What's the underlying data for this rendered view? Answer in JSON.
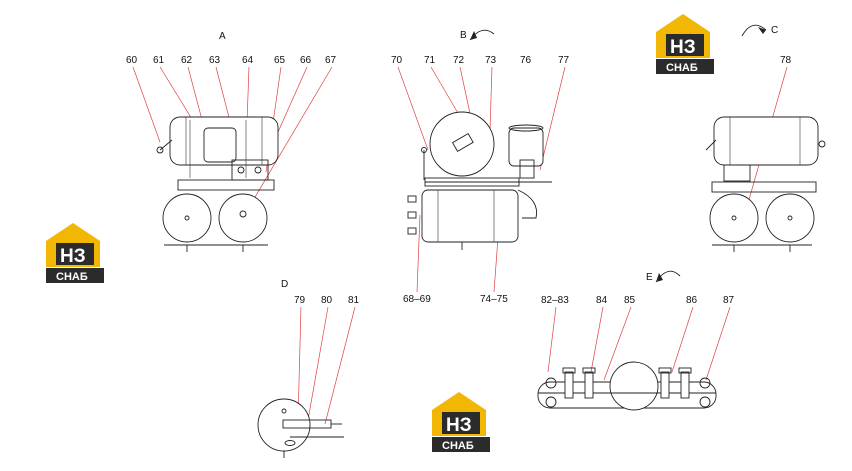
{
  "views": {
    "a": "A",
    "b": "B",
    "c": "C",
    "d": "D",
    "e": "E"
  },
  "callouts": {
    "n60": "60",
    "n61": "61",
    "n62": "62",
    "n63": "63",
    "n64": "64",
    "n65": "65",
    "n66": "66",
    "n67": "67",
    "n70": "70",
    "n71": "71",
    "n72": "72",
    "n73": "73",
    "n76": "76",
    "n77": "77",
    "n78": "78",
    "n6869": "68–69",
    "n7475": "74–75",
    "n79": "79",
    "n80": "80",
    "n81": "81",
    "n8283": "82–83",
    "n84": "84",
    "n85": "85",
    "n86": "86",
    "n87": "87"
  },
  "logo": {
    "letters": "НЗ",
    "word": "СНАБ",
    "color_yellow": "#f2b705",
    "color_dark": "#2b2b2b"
  }
}
